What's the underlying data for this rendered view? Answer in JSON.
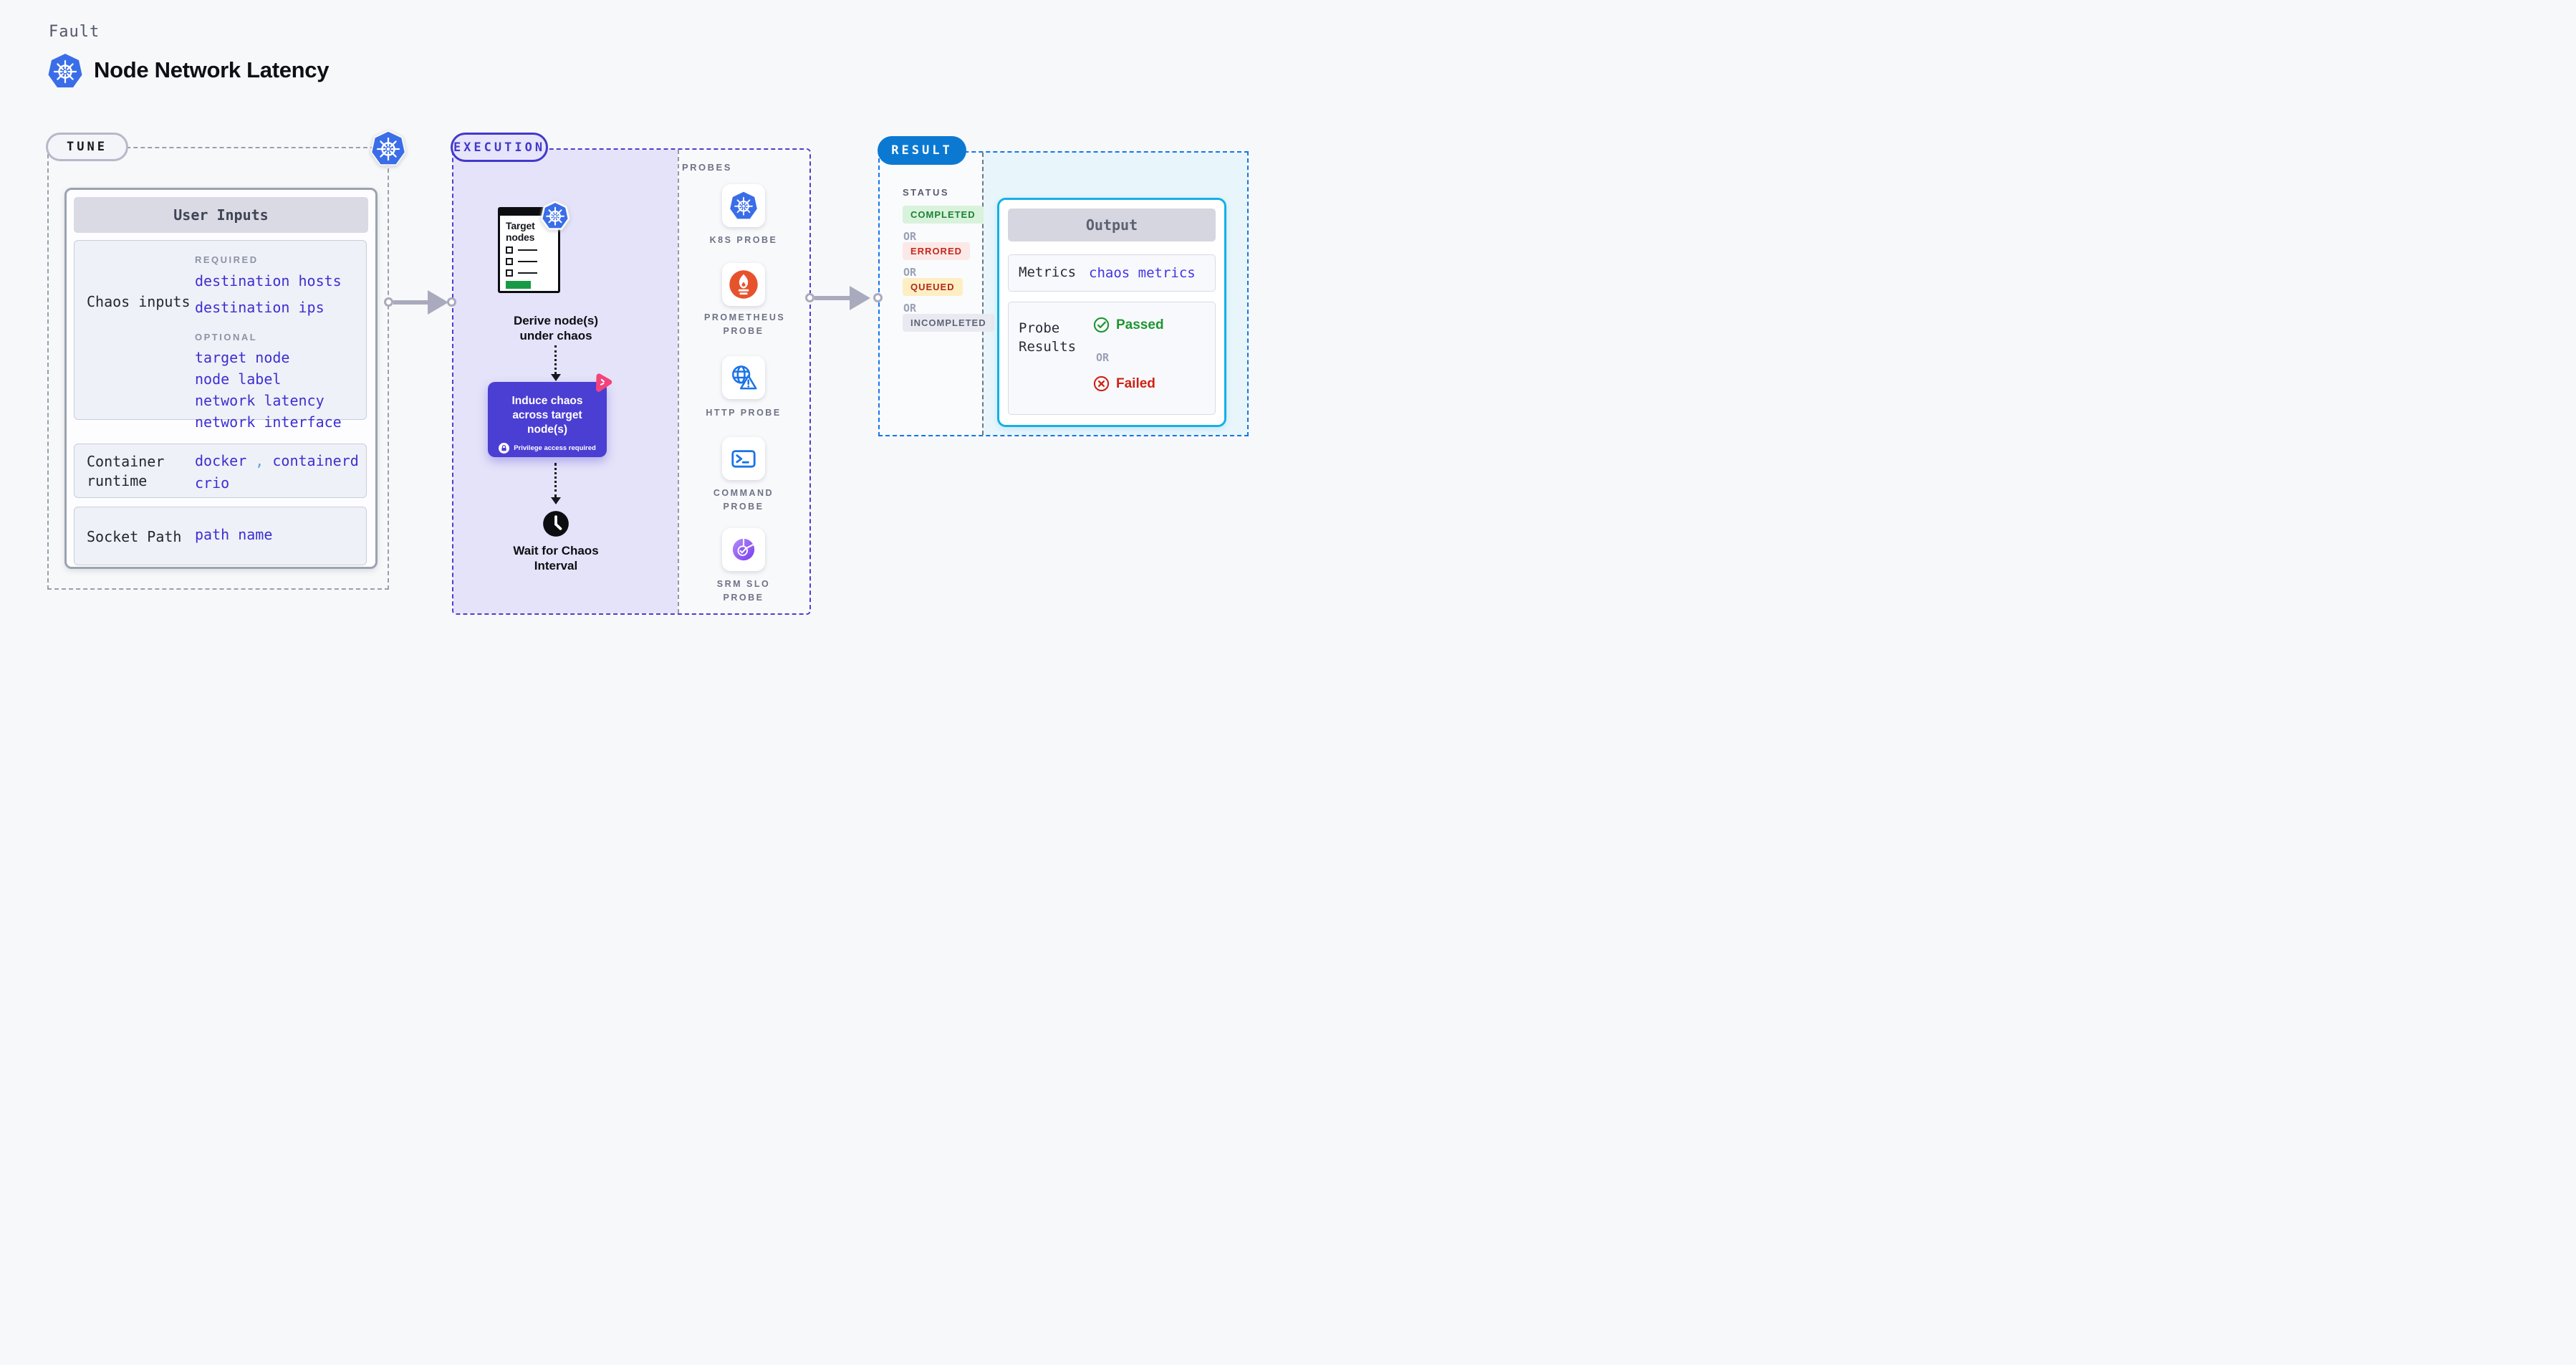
{
  "header": {
    "eyebrow": "Fault",
    "title": "Node Network Latency"
  },
  "tune": {
    "badge": "TUNE",
    "panel_title": "User Inputs",
    "chaos_inputs": {
      "label": "Chaos inputs",
      "required_heading": "REQUIRED",
      "required": [
        "destination hosts",
        "destination ips"
      ],
      "optional_heading": "OPTIONAL",
      "optional": [
        "target node",
        "node label",
        "network latency",
        "network interface"
      ]
    },
    "container_runtime": {
      "label": "Container runtime",
      "values": [
        "docker",
        "containerd",
        "crio"
      ],
      "separator": ","
    },
    "socket_path": {
      "label": "Socket Path",
      "value": "path name"
    }
  },
  "execution": {
    "badge": "EXECUTION",
    "target_card_title": "Target nodes",
    "derive_label": "Derive node(s) under chaos",
    "induce_label": "Induce chaos across target node(s)",
    "privilege_label": "Privilege access required",
    "wait_label": "Wait for Chaos Interval",
    "probes": {
      "heading": "PROBES",
      "items": [
        {
          "icon": "kubernetes-logo",
          "label": "K8S PROBE"
        },
        {
          "icon": "prometheus-logo",
          "label": "PROMETHEUS PROBE"
        },
        {
          "icon": "http-globe",
          "label": "HTTP PROBE"
        },
        {
          "icon": "terminal",
          "label": "COMMAND PROBE"
        },
        {
          "icon": "slo-pie-check",
          "label": "SRM SLO PROBE"
        }
      ]
    }
  },
  "result": {
    "badge": "RESULT",
    "status_heading": "STATUS",
    "or_label": "OR",
    "statuses": [
      {
        "label": "COMPLETED",
        "fg": "#1b8333",
        "bg": "#d9f2dc"
      },
      {
        "label": "ERRORED",
        "fg": "#c5271d",
        "bg": "#fbe9e7"
      },
      {
        "label": "QUEUED",
        "fg": "#b02a1a",
        "bg": "#fdefc3"
      },
      {
        "label": "INCOMPLETED",
        "fg": "#5f6476",
        "bg": "#e9eaf1"
      }
    ],
    "output": {
      "title": "Output",
      "metrics_label": "Metrics",
      "metrics_value": "chaos metrics",
      "probe_results_label": "Probe Results",
      "passed_label": "Passed",
      "or_label": "OR",
      "failed_label": "Failed"
    }
  },
  "colors": {
    "page_bg": "#f7f8fa",
    "accent_indigo": "#4b3ed2",
    "execution_border": "#4a3fd0",
    "tune_border": "#99a0ad",
    "result_border": "#1576e8",
    "result_badge_blue": "#0b79d2",
    "output_border_cyan": "#14b0e6",
    "value_indigo": "#3c2fd2",
    "comma_blue": "#569df5",
    "passed_green": "#1d9630",
    "failed_red": "#cf2213",
    "arrow_gray": "#a9aabd",
    "k8s_blue": "#3a6de8",
    "prometheus_orange": "#e6522c",
    "probe_icon_blue": "#1a73e8",
    "srm_purple": "#8b5cf6",
    "litmus_pink": "#f4437c",
    "target_card_green": "#179a47"
  }
}
